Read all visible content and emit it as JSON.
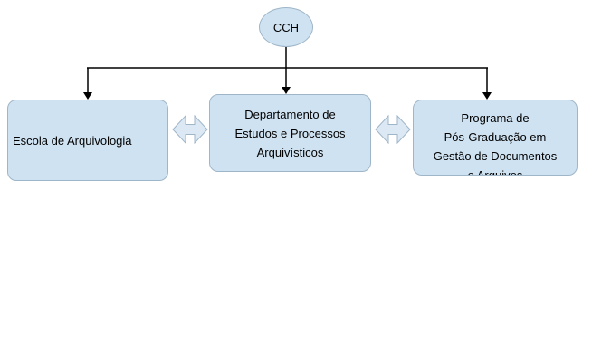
{
  "diagram": {
    "root_node": {
      "label": "CCH"
    },
    "nodes": [
      {
        "id": "escola",
        "lines": [
          "Escola de Arquivologia"
        ]
      },
      {
        "id": "departamento",
        "lines": [
          "Departamento de",
          "Estudos e Processos",
          "Arquivísticos"
        ]
      },
      {
        "id": "programa",
        "lines": [
          "Programa de",
          "Pós-Graduação em",
          "Gestão de Documentos",
          "e Arquivos"
        ]
      }
    ],
    "connectors": {
      "type": "tree-from-root",
      "down_arrowheads": 3,
      "bidirectional_arrows_between_boxes": 2
    },
    "colors": {
      "node_fill": "#cfe2f1",
      "node_border": "#9fb6c9",
      "double_arrow_fill": "#dce9f5",
      "connector_line": "#000000",
      "background": "#ffffff"
    }
  }
}
